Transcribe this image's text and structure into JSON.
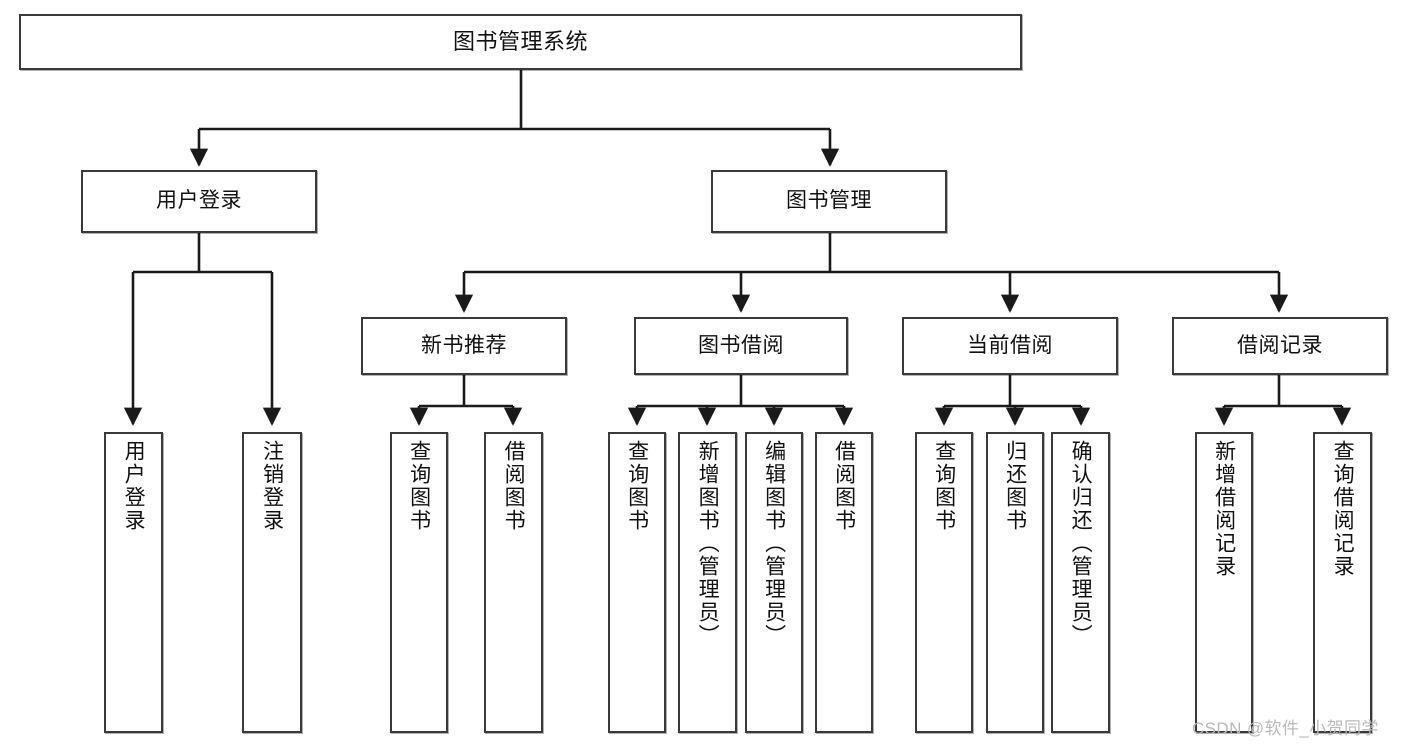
{
  "diagram": {
    "type": "tree",
    "title": "图书管理系统",
    "watermark": "CSDN @软件_小贺同学",
    "style": {
      "background": "#ffffff",
      "box_border": "#3a3a3a",
      "box_fill": "#ffffff",
      "connector": "#1a1a1a",
      "text": "#111111",
      "watermark_color": "#b9b9b9"
    },
    "nodes": {
      "root": {
        "label": "图书管理系统"
      },
      "level1": [
        {
          "id": "user-login",
          "label": "用户登录"
        },
        {
          "id": "book-manage",
          "label": "图书管理"
        }
      ],
      "level2": [
        {
          "id": "new-book-recommend",
          "label": "新书推荐"
        },
        {
          "id": "book-borrow",
          "label": "图书借阅"
        },
        {
          "id": "current-borrow",
          "label": "当前借阅"
        },
        {
          "id": "borrow-record",
          "label": "借阅记录"
        }
      ],
      "leaves": [
        {
          "id": "leaf-user-login",
          "label": "用户登录",
          "parent": "user-login"
        },
        {
          "id": "leaf-logout-login",
          "label": "注销登录",
          "parent": "user-login"
        },
        {
          "id": "leaf-query-book-1",
          "label": "查询图书",
          "parent": "new-book-recommend"
        },
        {
          "id": "leaf-borrow-book-1",
          "label": "借阅图书",
          "parent": "new-book-recommend"
        },
        {
          "id": "leaf-query-book-2",
          "label": "查询图书",
          "parent": "book-borrow"
        },
        {
          "id": "leaf-add-book",
          "label": "新增图书（管理员）",
          "parent": "book-borrow"
        },
        {
          "id": "leaf-edit-book",
          "label": "编辑图书（管理员）",
          "parent": "book-borrow"
        },
        {
          "id": "leaf-borrow-book-2",
          "label": "借阅图书",
          "parent": "book-borrow"
        },
        {
          "id": "leaf-query-book-3",
          "label": "查询图书",
          "parent": "current-borrow"
        },
        {
          "id": "leaf-return-book",
          "label": "归还图书",
          "parent": "current-borrow"
        },
        {
          "id": "leaf-confirm-return",
          "label": "确认归还（管理员）",
          "parent": "current-borrow"
        },
        {
          "id": "leaf-add-record",
          "label": "新增借阅记录",
          "parent": "borrow-record"
        },
        {
          "id": "leaf-query-record",
          "label": "查询借阅记录",
          "parent": "borrow-record"
        }
      ]
    }
  }
}
